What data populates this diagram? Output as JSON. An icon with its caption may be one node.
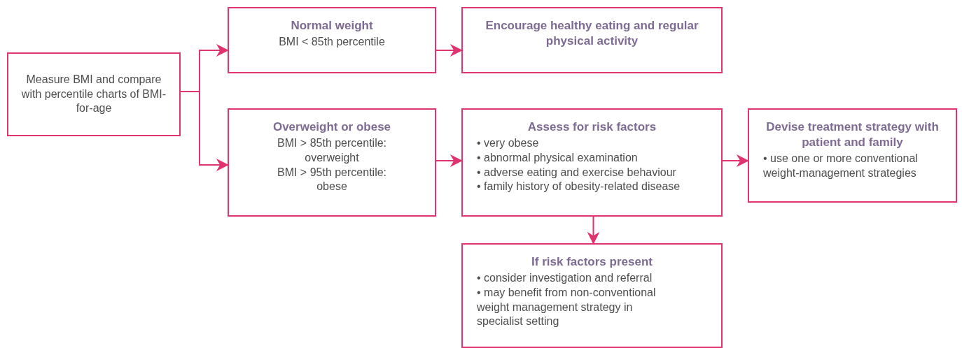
{
  "diagram": {
    "nodes": [
      {
        "text": [
          "Measure BMI and compare with percentile charts of BMI-for-age"
        ]
      },
      {
        "text": [
          "Normal weight",
          "BMI < 85th percentile"
        ]
      },
      {
        "text": [
          "Encourage healthy eating and regular physical activity"
        ]
      },
      {
        "text": [
          "Overweight or obese",
          "BMI > 85th percentile: overweight",
          "BMI > 95th percentile: obese"
        ]
      },
      {
        "text": [
          "Assess for risk factors",
          "• very obese",
          "• abnormal physical examination",
          "• adverse eating and exercise behaviour",
          "• family history of obesity-related disease"
        ]
      },
      {
        "text": [
          "Devise treatment strategy with patient and family",
          "• use one or more conventional weight-management strategies"
        ]
      },
      {
        "text": [
          "If risk factors present",
          "• consider investigation and referral",
          "• may benefit from non-conventional weight management strategy in specialist setting"
        ]
      }
    ],
    "edges": [
      {
        "from": 0,
        "to": 1,
        "arrow": "to"
      },
      {
        "from": 0,
        "to": 3,
        "arrow": "to"
      },
      {
        "from": 1,
        "to": 2,
        "arrow": "to"
      },
      {
        "from": 3,
        "to": 4,
        "arrow": "to"
      },
      {
        "from": 4,
        "to": 5,
        "arrow": "to"
      },
      {
        "from": 4,
        "to": 6,
        "arrow": "to"
      }
    ]
  }
}
